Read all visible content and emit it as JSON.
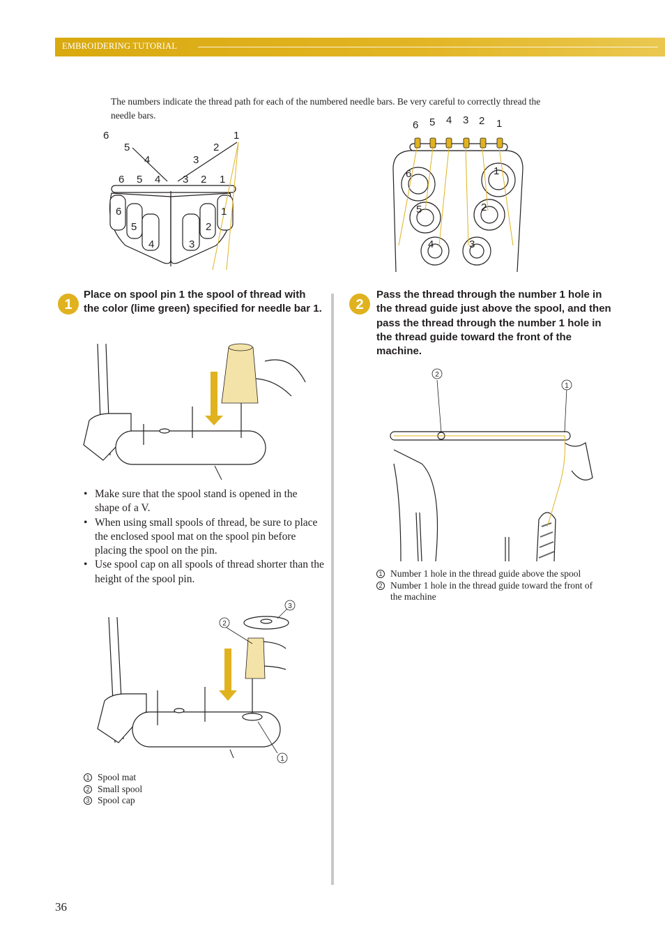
{
  "header": {
    "section_title": "EMBROIDERING TUTORIAL"
  },
  "intro": {
    "text": "The numbers indicate the thread path for each of the numbered needle bars. Be very careful to correctly thread the needle bars."
  },
  "top_left_figure": {
    "labels_top": [
      "6",
      "5",
      "4",
      "3",
      "2",
      "1"
    ],
    "labels_bar": [
      "6",
      "5",
      "4",
      "3",
      "2",
      "1"
    ],
    "labels_spools": [
      "6",
      "5",
      "4",
      "3",
      "2",
      "1"
    ]
  },
  "top_right_figure": {
    "labels_top": [
      "6",
      "5",
      "4",
      "3",
      "2",
      "1"
    ],
    "labels_spools": [
      "6",
      "1",
      "5",
      "2",
      "4",
      "3"
    ]
  },
  "step1": {
    "number": "1",
    "text": "Place on spool pin 1 the spool of thread with the color (lime green) specified for needle bar 1."
  },
  "step2": {
    "number": "2",
    "text": "Pass the thread through the number 1 hole in the thread guide just above the spool, and then pass the thread through the number 1 hole in the thread guide toward the front of the machine."
  },
  "bullets": [
    "Make sure that the spool stand is opened in the shape of a V.",
    "When using small spools of thread, be sure to place the enclosed spool mat on the spool pin before placing the spool on the pin.",
    "Use spool cap on all spools of thread shorter than the height of the spool pin."
  ],
  "figure2_callouts": [
    "1",
    "2",
    "3"
  ],
  "legend_left": [
    {
      "num": "1",
      "label": "Spool mat"
    },
    {
      "num": "2",
      "label": "Small spool"
    },
    {
      "num": "3",
      "label": "Spool cap"
    }
  ],
  "figure3_callouts": [
    "2",
    "1"
  ],
  "legend_right": [
    {
      "num": "1",
      "label": "Number 1 hole in the thread guide above the spool"
    },
    {
      "num": "2",
      "label": "Number 1 hole in the thread guide toward the front of the machine"
    }
  ],
  "page_number": "36",
  "colors": {
    "accent": "#e0b21f",
    "thread": "#e0b21f",
    "divider": "#c8c8c8"
  }
}
